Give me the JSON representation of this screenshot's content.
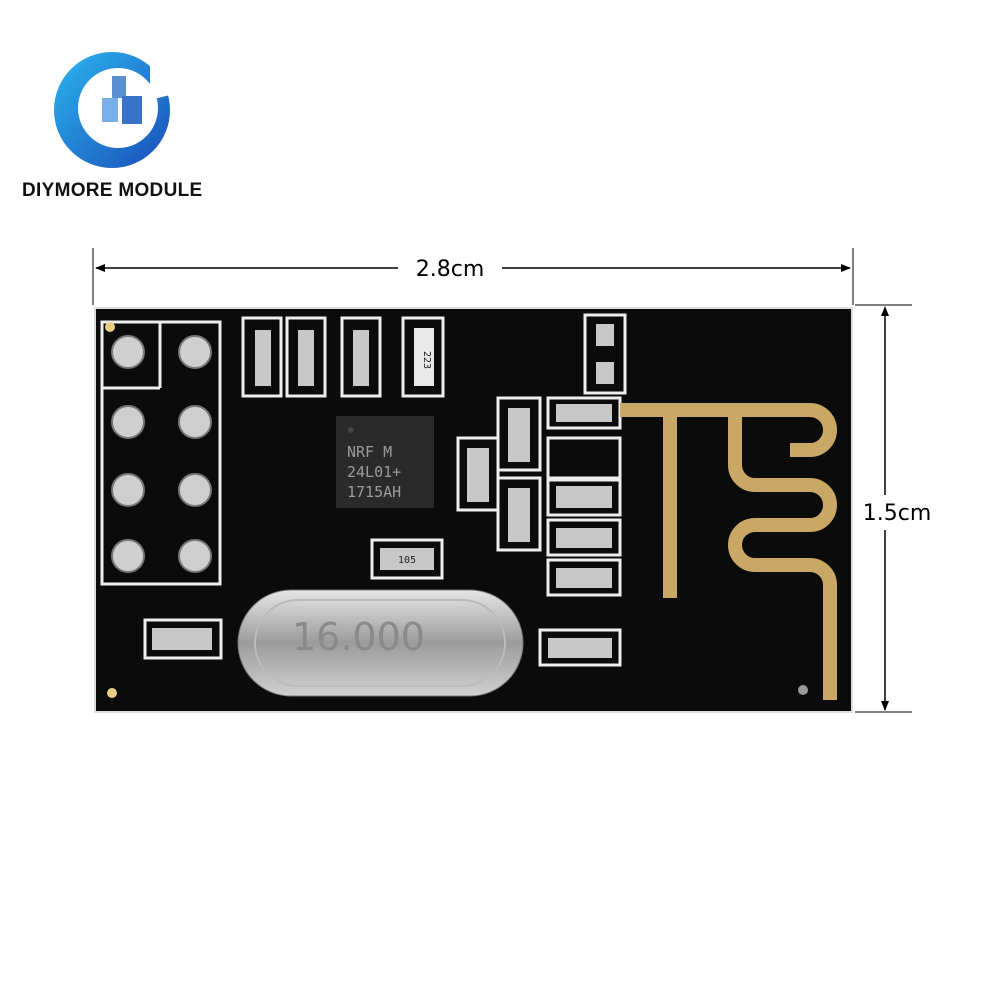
{
  "brand": {
    "name": "DIYMORE MODULE",
    "logo_icon": "diymore-logo-icon"
  },
  "dimensions": {
    "width_label": "2.8cm",
    "height_label": "1.5cm"
  },
  "board": {
    "chip_lines": [
      "NRF M",
      "24L01+",
      "1715AH"
    ],
    "resistor_label_1": "223",
    "resistor_label_2": "105",
    "crystal_label": "16.000",
    "colors": {
      "pcb": "#0b0b0b",
      "silkscreen": "#f2f2f2",
      "antenna": "#c9a865",
      "logo_blue": "#1e7fd8"
    }
  }
}
